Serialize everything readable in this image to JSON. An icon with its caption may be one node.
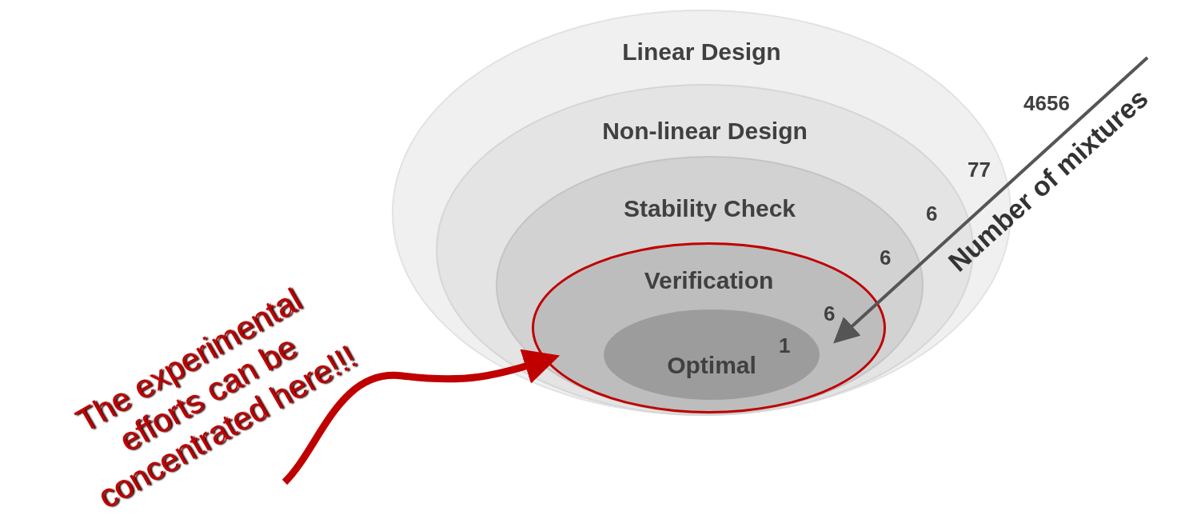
{
  "diagram": {
    "nodes": [
      {
        "text": [
          "Linear Design"
        ]
      },
      {
        "text": [
          "Non-linear Design"
        ],
        "in": 0
      },
      {
        "text": [
          "Stability Check"
        ],
        "in": 1
      },
      {
        "text": [
          "Verification"
        ],
        "in": 2
      },
      {
        "text": [
          "Optimal"
        ],
        "in": 3
      },
      {
        "text": [
          "The experimental efforts can be concentrated here!!!"
        ]
      }
    ],
    "edges": [
      {
        "from": 5,
        "to": 3,
        "arrow": "to",
        "color": "#c00000"
      }
    ],
    "labels": [
      "4656",
      "77",
      "6",
      "6",
      "6",
      "1",
      "Number of mixtures"
    ]
  }
}
